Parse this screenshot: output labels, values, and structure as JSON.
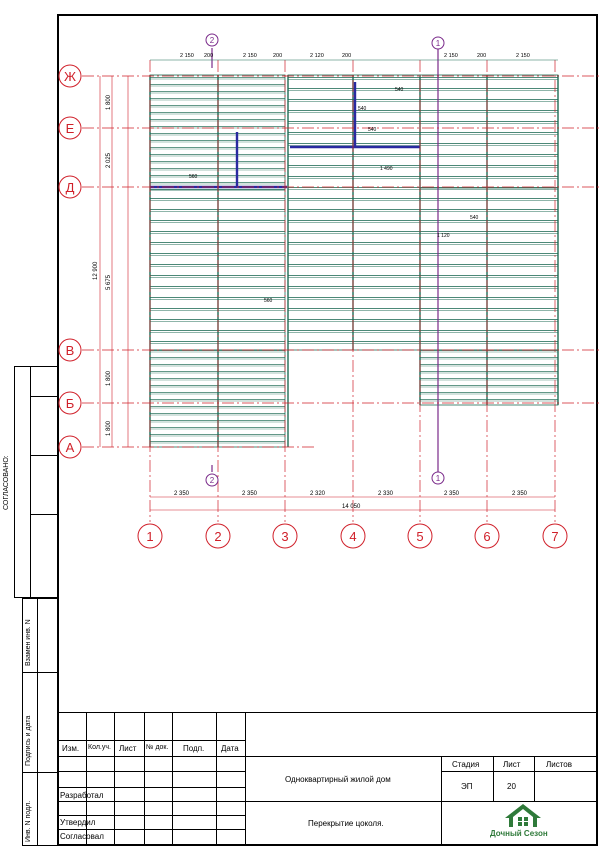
{
  "axes_letters": [
    "Ж",
    "Е",
    "Д",
    "В",
    "Б",
    "А"
  ],
  "axes_numbers": [
    "1",
    "2",
    "3",
    "4",
    "5",
    "6",
    "7"
  ],
  "section_marks": [
    "2",
    "1"
  ],
  "dims_top": [
    "2 150",
    "200",
    "2 150",
    "200",
    "2 120",
    "200",
    "2 150",
    "200",
    "2 150"
  ],
  "dims_bottom": [
    "2 350",
    "2 350",
    "2 320",
    "2 330",
    "2 350",
    "2 350"
  ],
  "dim_total": "14 050",
  "dims_left": [
    "1 800",
    "2 025",
    "5 675",
    "1 800",
    "1 800",
    "12 900"
  ],
  "panel_labels": [
    "540",
    "540",
    "540",
    "560",
    "1 490",
    "1 120",
    "540",
    "560"
  ],
  "side": {
    "agreed": "СОГЛАСОВАНО:",
    "replace_inv": "Взамен инв. N",
    "sign_date": "Подпись и дата",
    "inv_orig": "Инв. N подл."
  },
  "title_block": {
    "headers": [
      "Изм.",
      "Кол.уч.",
      "Лист",
      "№ док.",
      "Подп.",
      "Дата"
    ],
    "roles": [
      "Разработал",
      "Утвердил",
      "Согласовал"
    ],
    "project": "Одноквартирный жилой дом",
    "sheet_title": "Перекрытие цоколя.",
    "stage_label": "Стадия",
    "sheet_label": "Лист",
    "sheets_label": "Листов",
    "stage": "ЭП",
    "sheet": "20",
    "sheets": "",
    "company": "Дочный Сезон"
  },
  "colors": {
    "axis_red": "#d0202a",
    "panel_green": "#1f6b55",
    "beam_blue": "#2a2aa0",
    "section_purple": "#7a2a8a",
    "logo_green": "#2f7a3a"
  }
}
